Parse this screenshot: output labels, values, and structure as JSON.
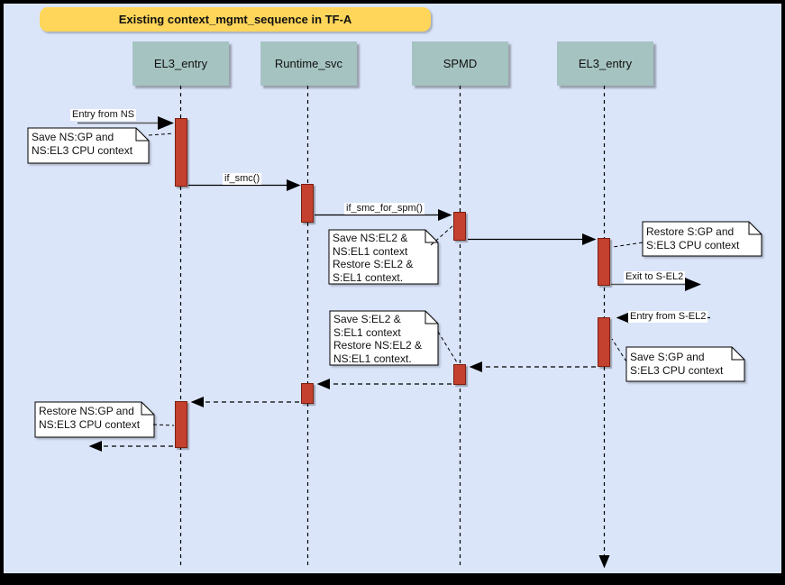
{
  "title": "Existing context_mgmt_sequence in TF-A",
  "lifelines": [
    {
      "label": "EL3_entry"
    },
    {
      "label": "Runtime_svc"
    },
    {
      "label": "SPMD"
    },
    {
      "label": "EL3_entry"
    }
  ],
  "messages": {
    "entry_from_ns": "Entry from NS",
    "if_smc": "if_smc()",
    "if_smc_for_spm": "if_smc_for_spm()",
    "exit_to_s_el2": "Exit to S-EL2",
    "entry_from_s_el2": "Entry from S-EL2"
  },
  "notes": {
    "save_ns_gp": "Save NS:GP and\nNS:EL3 CPU context",
    "save_ns_el2": "Save NS:EL2 &\nNS:EL1 context\nRestore S:EL2 &\nS:EL1 context.",
    "restore_s_gp": "Restore S:GP and\nS:EL3 CPU context",
    "save_s_el2": "Save S:EL2 &\nS:EL1 context\nRestore NS:EL2 &\nNS:EL1 context.",
    "save_s_gp": "Save S:GP and\nS:EL3 CPU context",
    "restore_ns_gp": "Restore NS:GP and\nNS:EL3 CPU context"
  },
  "colors": {
    "background": "#dbe5fa",
    "frame_border": "#000000",
    "title_bg": "#ffd65a",
    "lifeline_header_bg": "#a5c3c1",
    "activation_fill": "#c4402f",
    "activation_border": "#7c1f10",
    "note_bg": "#ffffff",
    "line": "#000000",
    "entry_exit_line": "#595959"
  }
}
